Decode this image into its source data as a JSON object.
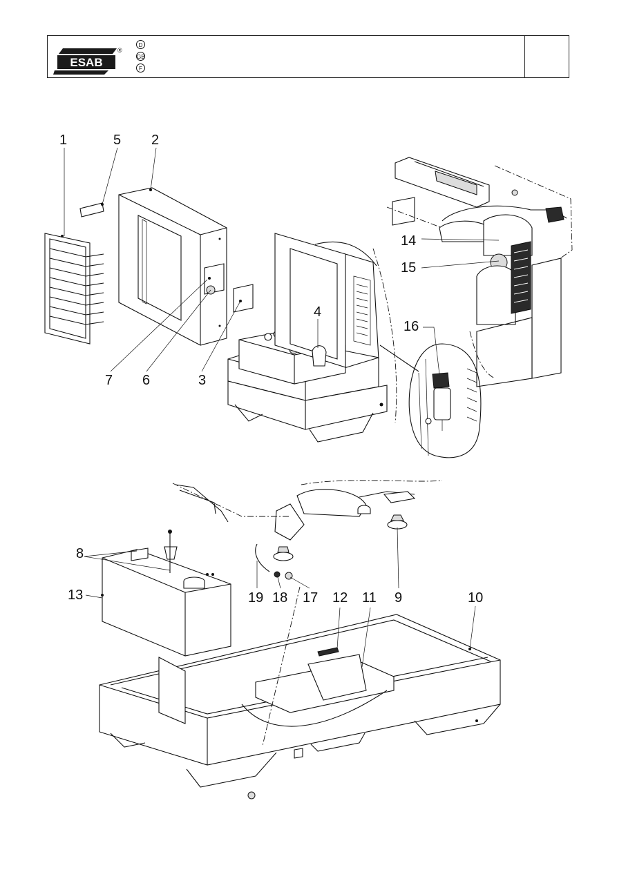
{
  "header": {
    "brand": "ESAB",
    "registered_mark": "®",
    "languages": [
      "D",
      "GB",
      "F"
    ]
  },
  "callouts": [
    "1",
    "2",
    "3",
    "4",
    "5",
    "6",
    "7",
    "8",
    "9",
    "10",
    "11",
    "12",
    "13",
    "14",
    "15",
    "16",
    "17",
    "18",
    "19"
  ]
}
